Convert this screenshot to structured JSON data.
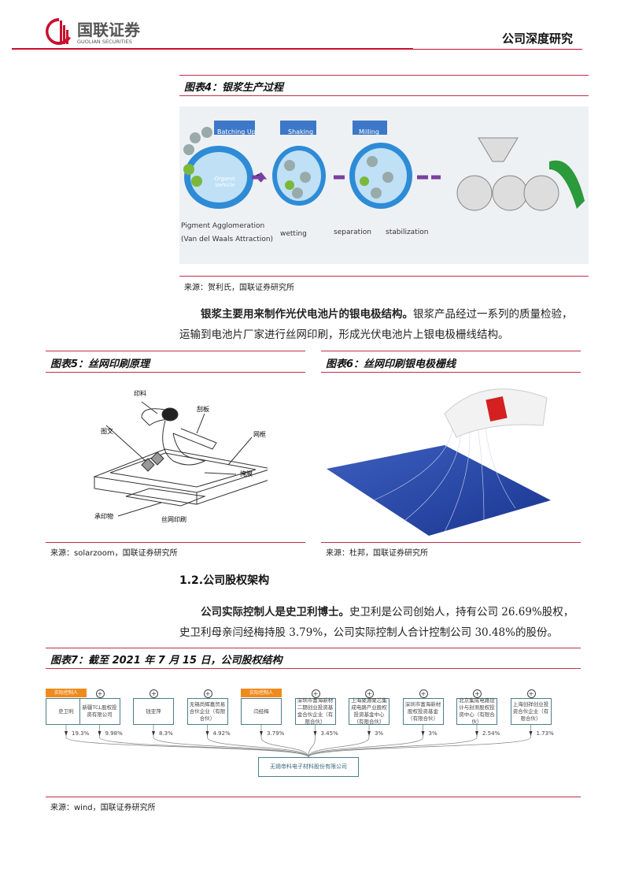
{
  "header": {
    "logo_cn": "国联证券",
    "logo_en": "GUOLIAN SECURITIES",
    "report_type": "公司深度研究",
    "brand_color": "#c8102e"
  },
  "fig4": {
    "caption": "图表4：银浆生产过程",
    "steps": [
      "Batching Up",
      "Shaking",
      "Milling"
    ],
    "center_label": "Organic Vehicle",
    "labels": [
      "Pigment Agglomeration",
      "(Van del Waals Attraction)",
      "wetting",
      "separation",
      "stabilization"
    ],
    "source": "来源：贺利氏，国联证券研究所"
  },
  "para1": {
    "bold": "银浆主要用来制作光伏电池片的银电极结构。",
    "text": "银浆产品经过一系列的质量检验，运输到电池片厂家进行丝网印刷，形成光伏电池片上银电极栅线结构。"
  },
  "fig5": {
    "caption": "图表5：丝网印刷原理",
    "labels": {
      "ink": "印料",
      "squeegee": "刮板",
      "pattern": "图文",
      "frame": "网框",
      "mask": "掩膜",
      "substrate": "承印物",
      "title": "丝网印刷"
    },
    "source": "来源：solarzoom，国联证券研究所"
  },
  "fig6": {
    "caption": "图表6：丝网印刷银电极栅线",
    "source": "来源：杜邦，国联证券研究所"
  },
  "section": {
    "heading": "1.2.公司股权架构"
  },
  "para2": {
    "bold": "公司实际控制人是史卫利博士。",
    "text": "史卫利是公司创始人，持有公司 26.69%股权，史卫利母亲闫经梅持股 3.79%，公司实际控制人合计控制公司 30.48%的股份。"
  },
  "fig7": {
    "caption": "图表7：截至 2021 年 7 月 15 日，公司股权结构",
    "controller_tag": "实际控制人",
    "shareholders": [
      {
        "name": "史卫利",
        "pct": "19.3%",
        "controller": true
      },
      {
        "name": "新疆TCL股权投资有限公司",
        "pct": "9.98%"
      },
      {
        "name": "钱亚萍",
        "pct": "8.3%"
      },
      {
        "name": "无锡尚辉嘉贸易合伙企业（有限合伙）",
        "pct": "4.92%"
      },
      {
        "name": "闫经梅",
        "pct": "3.79%",
        "controller": true
      },
      {
        "name": "深圳市富海新材二期创业投资基金合伙企业（有限合伙）",
        "pct": "3.45%"
      },
      {
        "name": "上海聚源聚芯集成电路产业股权投资基金中心（有限合伙）",
        "pct": "3%"
      },
      {
        "name": "深圳市富海新材股权投资基金（有限合伙）",
        "pct": "3%"
      },
      {
        "name": "北京集成电路设计与封测股权投资中心（有限合伙）",
        "pct": "2.54%"
      },
      {
        "name": "上海创祥创业投资合伙企业（有限合伙）",
        "pct": "1.73%"
      }
    ],
    "company": "无锡帝科电子材料股份有限公司",
    "source": "来源：wind，国联证券研究所"
  }
}
